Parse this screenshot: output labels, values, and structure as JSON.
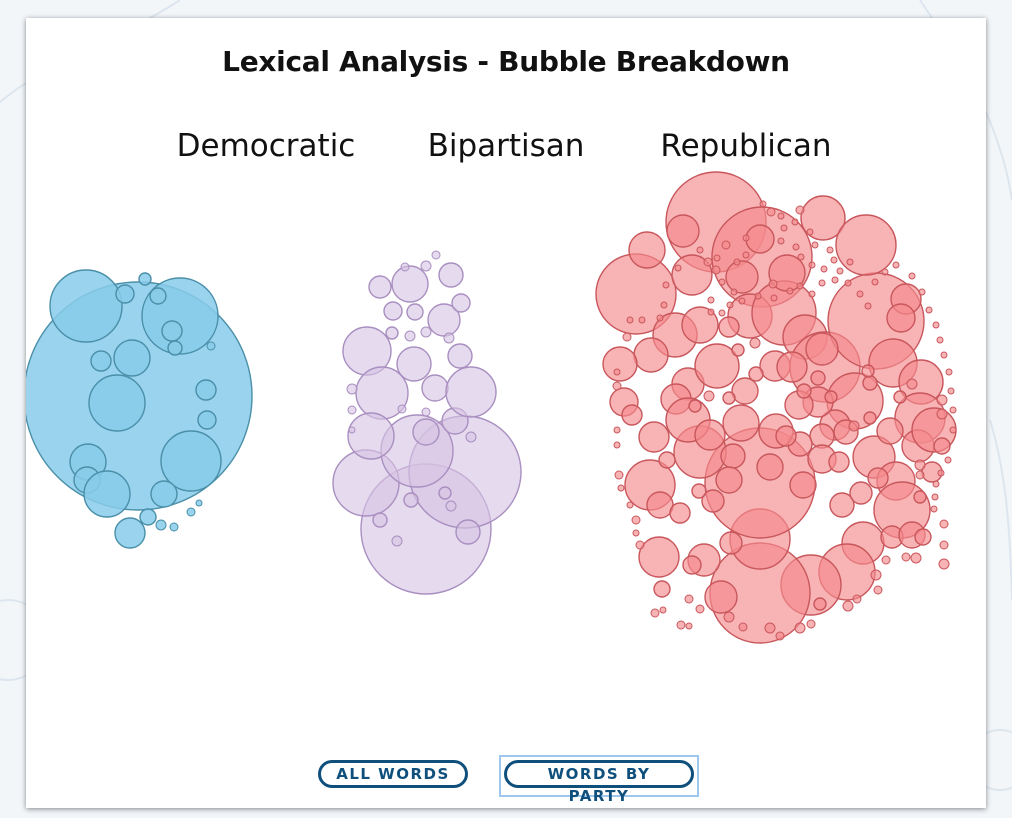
{
  "chart_data": {
    "type": "bubble",
    "title": "Lexical Analysis - Bubble Breakdown",
    "groups": [
      {
        "name": "Democratic",
        "color": "#87cbea",
        "stroke": "#4a8fa8"
      },
      {
        "name": "Bipartisan",
        "color": "#d6c3e4",
        "stroke": "#a98fc0"
      },
      {
        "name": "Republican",
        "color": "#f48a8e",
        "stroke": "#c8575c"
      }
    ]
  },
  "buttons": {
    "all_words": "ALL WORDS",
    "words_by_party": "WORDS BY PARTY"
  }
}
